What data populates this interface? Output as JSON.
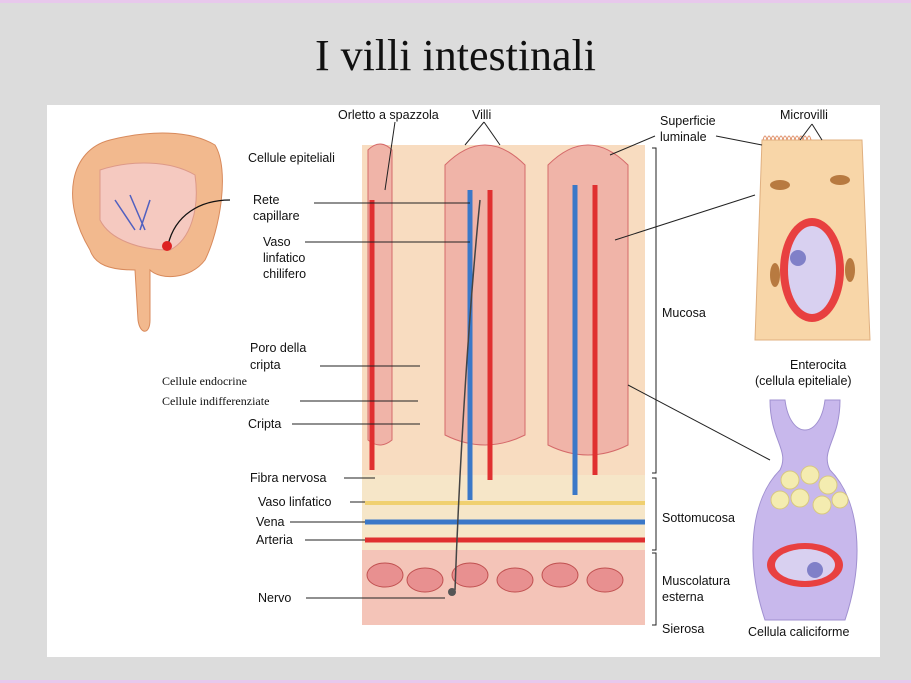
{
  "title": "I villi intestinali",
  "labels": {
    "orletto": "Orletto a spazzola",
    "villi": "Villi",
    "cellule_epiteliali": "Cellule epiteliali",
    "rete": "Rete",
    "capillare": "capillare",
    "vaso": "Vaso",
    "linfatico": "linfatico",
    "chilifero": "chilifero",
    "poro": "Poro della",
    "cripta_poro": "cripta",
    "cellule_endocrine": "Cellule endocrine",
    "cellule_indiff": "Cellule indifferenziate",
    "cripta": "Cripta",
    "fibra_nervosa": "Fibra nervosa",
    "vaso_linfatico": "Vaso linfatico",
    "vena": "Vena",
    "arteria": "Arteria",
    "nervo": "Nervo",
    "superficie": "Superficie",
    "luminale": "luminale",
    "microvilli": "Microvilli",
    "mucosa": "Mucosa",
    "sottomucosa": "Sottomucosa",
    "muscolatura": "Muscolatura",
    "esterna": "esterna",
    "sierosa": "Sierosa",
    "enterocita": "Enterocita",
    "cellula_epiteliale": "(cellula epiteliale)",
    "caliciforme": "Cellula caliciforme"
  }
}
